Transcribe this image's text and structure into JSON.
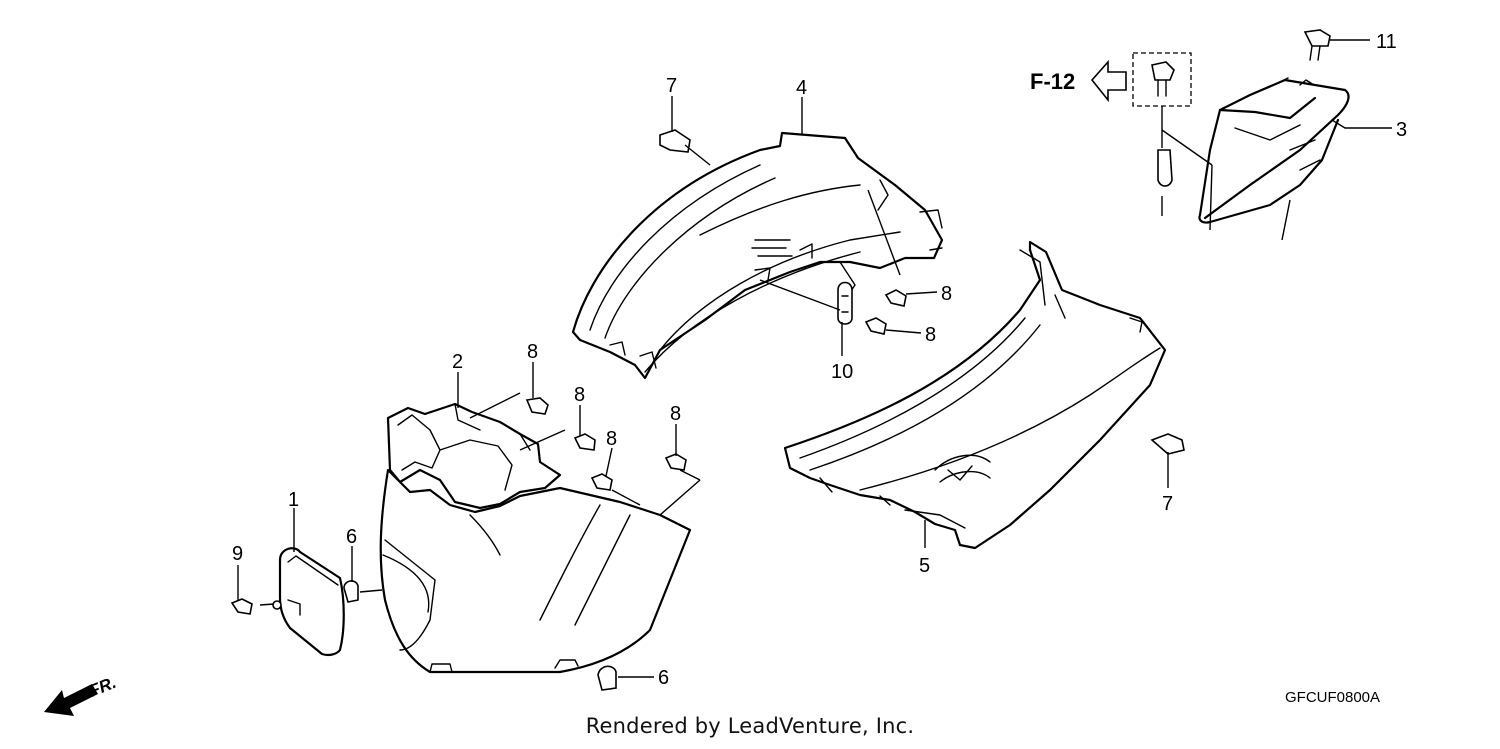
{
  "diagram": {
    "callouts": [
      {
        "id": "1",
        "label": "1"
      },
      {
        "id": "2",
        "label": "2"
      },
      {
        "id": "3",
        "label": "3"
      },
      {
        "id": "4",
        "label": "4"
      },
      {
        "id": "5",
        "label": "5"
      },
      {
        "id": "6a",
        "label": "6"
      },
      {
        "id": "6b",
        "label": "6"
      },
      {
        "id": "7a",
        "label": "7"
      },
      {
        "id": "7b",
        "label": "7"
      },
      {
        "id": "8a",
        "label": "8"
      },
      {
        "id": "8b",
        "label": "8"
      },
      {
        "id": "8c",
        "label": "8"
      },
      {
        "id": "8d",
        "label": "8"
      },
      {
        "id": "8e",
        "label": "8"
      },
      {
        "id": "8f",
        "label": "8"
      },
      {
        "id": "9",
        "label": "9"
      },
      {
        "id": "10",
        "label": "10"
      },
      {
        "id": "11",
        "label": "11"
      }
    ],
    "reference_label": "F-12",
    "front_label": "FR.",
    "drawing_code": "GFCUF0800A",
    "credit": "Rendered by LeadVenture, Inc."
  }
}
